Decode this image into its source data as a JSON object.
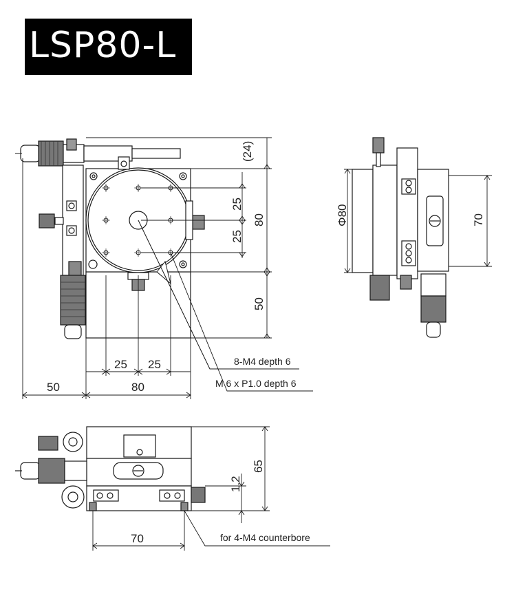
{
  "title": "LSP80-L",
  "dimensions": {
    "top_offset": "(24)",
    "dim_25_upper": "25",
    "dim_25_lower": "25",
    "dim_80_vertical": "80",
    "dim_50_vertical": "50",
    "dim_25_left": "25",
    "dim_25_right": "25",
    "dim_50_horizontal": "50",
    "dim_80_horizontal": "80",
    "dim_phi80": "Φ80",
    "dim_70_side": "70",
    "dim_65": "65",
    "dim_1_2": "1.2",
    "dim_70_bottom": "70"
  },
  "callouts": {
    "m4_holes": "8-M4 depth 6",
    "center_hole": "M 6 x P1.0 depth 6",
    "counterbore": "for 4-M4 counterbore"
  }
}
